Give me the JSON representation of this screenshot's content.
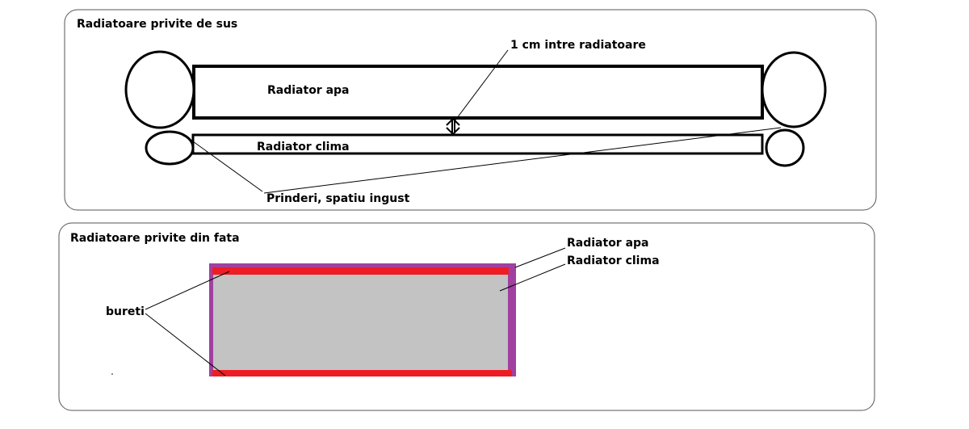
{
  "top_panel": {
    "title": "Radiatoare privite de sus",
    "gap_label": "1 cm intre radiatoare",
    "radiator_apa_label": "Radiator apa",
    "radiator_clima_label": "Radiator clima",
    "mounts_label": "Prinderi, spatiu ingust"
  },
  "bottom_panel": {
    "title": "Radiatoare privite din fata",
    "radiator_apa_label": "Radiator apa",
    "radiator_clima_label": "Radiator clima",
    "foam_label": "bureti"
  },
  "colors": {
    "radiator_apa": "#a040a0",
    "radiator_clima": "#c3c3c3",
    "foam": "#ee1c24",
    "outline": "#000000"
  }
}
